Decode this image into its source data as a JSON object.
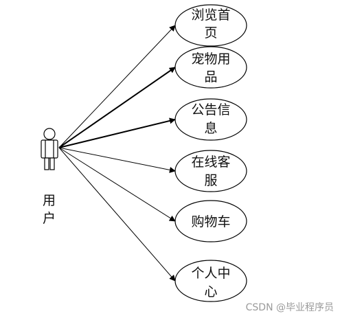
{
  "actor": {
    "label_lines": [
      "用",
      "户"
    ]
  },
  "use_cases": [
    {
      "id": "browse-home",
      "lines": [
        "浏览首",
        "页"
      ]
    },
    {
      "id": "pet-supplies",
      "lines": [
        "宠物用",
        "品"
      ]
    },
    {
      "id": "announcements",
      "lines": [
        "公告信",
        "息"
      ]
    },
    {
      "id": "online-support",
      "lines": [
        "在线客",
        "服"
      ]
    },
    {
      "id": "shopping-cart",
      "lines": [
        "购物车"
      ]
    },
    {
      "id": "personal-center",
      "lines": [
        "个人中",
        "心"
      ]
    }
  ],
  "watermark": "CSDN @毕业程序员",
  "colors": {
    "stroke": "#000000",
    "text": "#111111",
    "watermark": "#9a9a9a"
  }
}
